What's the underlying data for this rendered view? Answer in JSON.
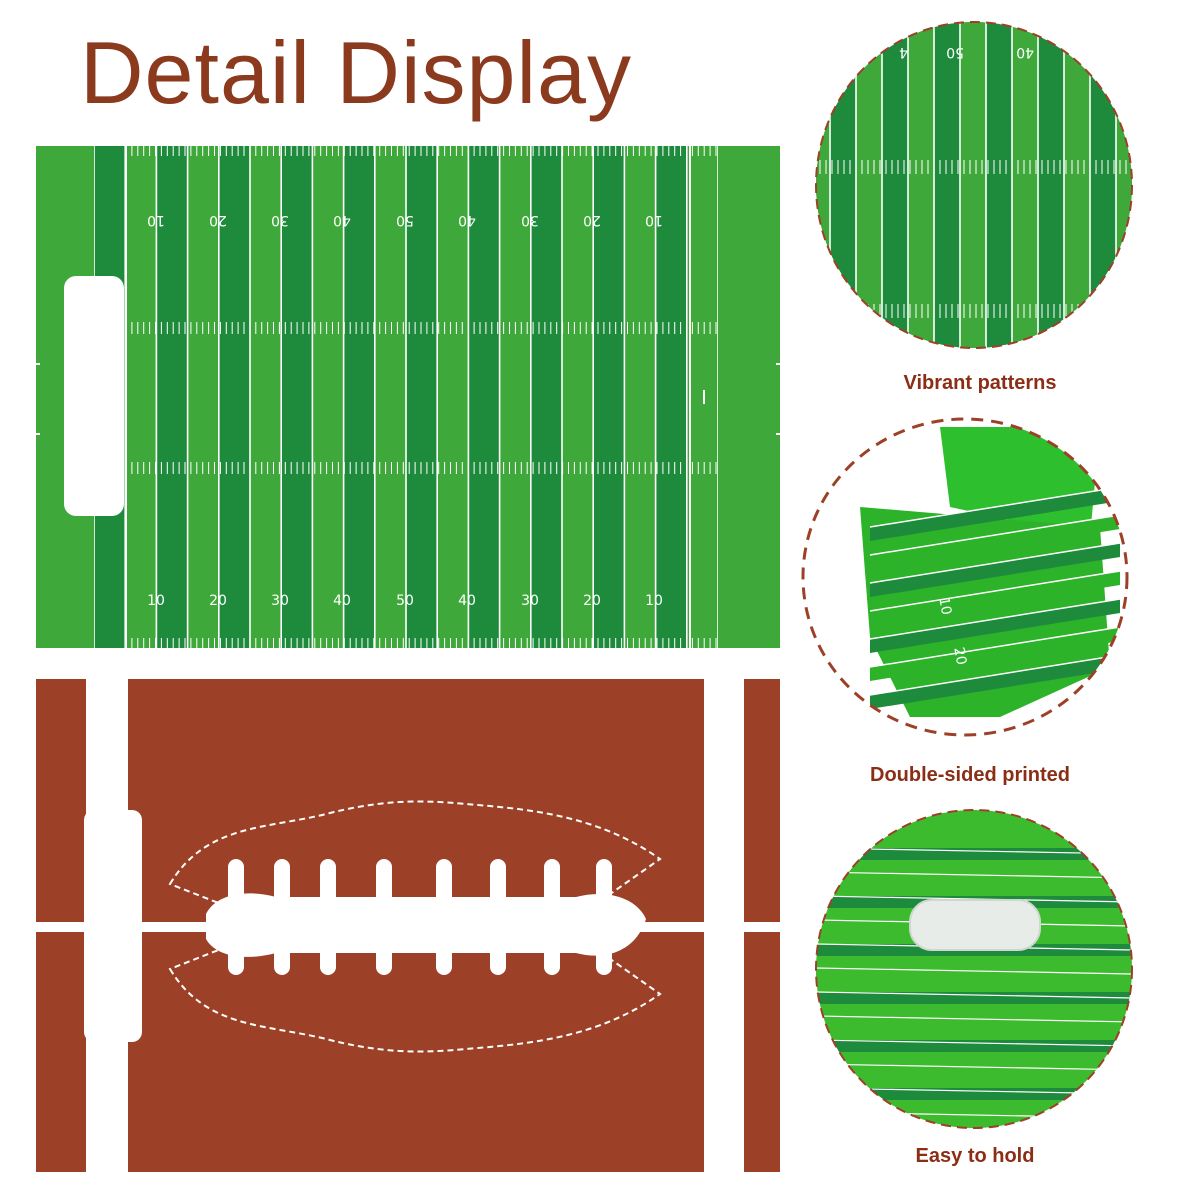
{
  "title": "Detail Display",
  "yard_labels": [
    "10",
    "20",
    "30",
    "40",
    "50",
    "40",
    "30",
    "20",
    "10"
  ],
  "features": [
    {
      "caption": "Vibrant patterns"
    },
    {
      "caption": "Double-sided printed"
    },
    {
      "caption": "Easy to hold"
    }
  ],
  "colors": {
    "title": "#8B3A1E",
    "caption": "#8B2E16",
    "field_light": "#3FA83A",
    "field_dark": "#1E8A3C",
    "football_brown": "#9C4127",
    "line_white": "#FFFFFF"
  },
  "icons": [
    "football-icon",
    "handle-cutout"
  ]
}
